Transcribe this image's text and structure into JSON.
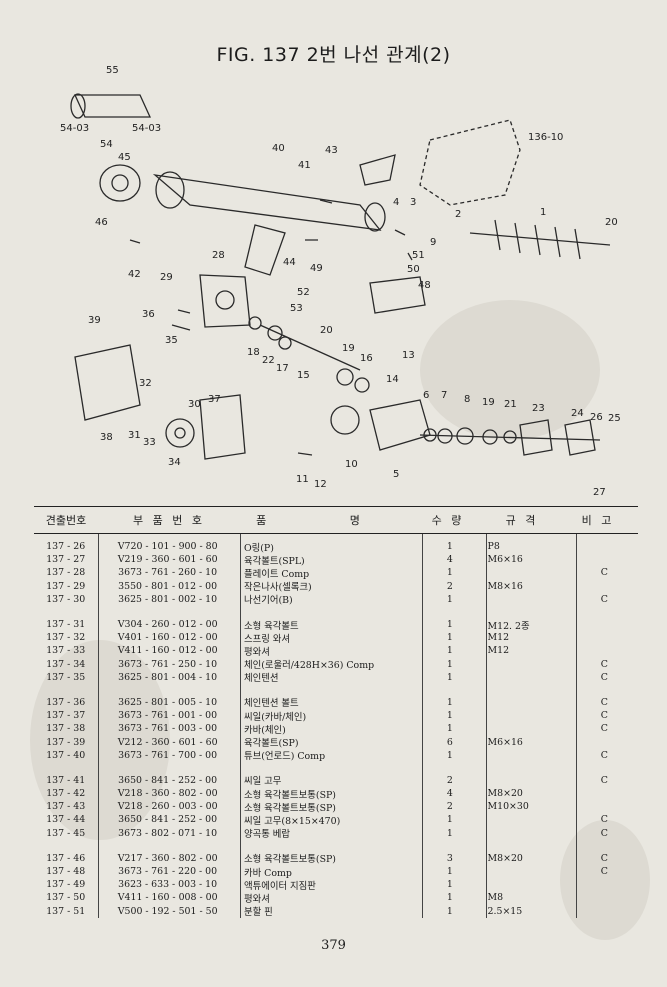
{
  "title": "FIG. 137 2번 나선 관계(2)",
  "callouts": [
    "55",
    "54-03",
    "54-03",
    "54",
    "45",
    "46",
    "42",
    "40",
    "41",
    "43",
    "136-10",
    "4",
    "3",
    "2",
    "1",
    "20",
    "9",
    "51",
    "50",
    "49",
    "44",
    "29",
    "28",
    "52",
    "48",
    "53",
    "36",
    "35",
    "39",
    "20",
    "18",
    "22",
    "17",
    "15",
    "19",
    "16",
    "13",
    "14",
    "6",
    "7",
    "8",
    "19",
    "21",
    "23",
    "24",
    "26",
    "25",
    "27",
    "32",
    "31",
    "33",
    "38",
    "34",
    "30",
    "37",
    "10",
    "11",
    "12",
    "5"
  ],
  "table": {
    "headers": [
      "견출번호",
      "부 품 번 호",
      "품 명",
      "수 량",
      "규 격",
      "비 고"
    ],
    "groups": [
      [
        {
          "no": "137 - 26",
          "part": "V720 - 101 - 900 - 80",
          "name": "O링(P)",
          "qty": "1",
          "spec": "P8",
          "note": ""
        },
        {
          "no": "137 - 27",
          "part": "V219 - 360 - 601 - 60",
          "name": "육각볼트(SPL)",
          "qty": "4",
          "spec": "M6×16",
          "note": ""
        },
        {
          "no": "137 - 28",
          "part": "3673 - 761 - 260 - 10",
          "name": "플레이트 Comp",
          "qty": "1",
          "spec": "",
          "note": "C"
        },
        {
          "no": "137 - 29",
          "part": "3550 - 801 - 012 - 00",
          "name": "작은나사(셀록크)",
          "qty": "2",
          "spec": "M8×16",
          "note": ""
        },
        {
          "no": "137 - 30",
          "part": "3625 - 801 - 002 - 10",
          "name": "나선기어(B)",
          "qty": "1",
          "spec": "",
          "note": "C"
        }
      ],
      [
        {
          "no": "137 - 31",
          "part": "V304 - 260 - 012 - 00",
          "name": "소형 육각볼트",
          "qty": "1",
          "spec": "M12. 2종",
          "note": ""
        },
        {
          "no": "137 - 32",
          "part": "V401 - 160 - 012 - 00",
          "name": "스프링 와셔",
          "qty": "1",
          "spec": "M12",
          "note": ""
        },
        {
          "no": "137 - 33",
          "part": "V411 - 160 - 012 - 00",
          "name": "평와셔",
          "qty": "1",
          "spec": "M12",
          "note": ""
        },
        {
          "no": "137 - 34",
          "part": "3673 - 761 - 250 - 10",
          "name": "체인(로울러/428H×36) Comp",
          "qty": "1",
          "spec": "",
          "note": "C"
        },
        {
          "no": "137 - 35",
          "part": "3625 - 801 - 004 - 10",
          "name": "체인텐션",
          "qty": "1",
          "spec": "",
          "note": "C"
        }
      ],
      [
        {
          "no": "137 - 36",
          "part": "3625 - 801 - 005 - 10",
          "name": "체인텐션 볼트",
          "qty": "1",
          "spec": "",
          "note": "C"
        },
        {
          "no": "137 - 37",
          "part": "3673 - 761 - 001 - 00",
          "name": "씨일(카바/체인)",
          "qty": "1",
          "spec": "",
          "note": "C"
        },
        {
          "no": "137 - 38",
          "part": "3673 - 761 - 003 - 00",
          "name": "카바(체인)",
          "qty": "1",
          "spec": "",
          "note": "C"
        },
        {
          "no": "137 - 39",
          "part": "V212 - 360 - 601 - 60",
          "name": "육각볼트(SP)",
          "qty": "6",
          "spec": "M6×16",
          "note": ""
        },
        {
          "no": "137 - 40",
          "part": "3673 - 761 - 700 - 00",
          "name": "튜브(언로드) Comp",
          "qty": "1",
          "spec": "",
          "note": "C"
        }
      ],
      [
        {
          "no": "137 - 41",
          "part": "3650 - 841 - 252 - 00",
          "name": "씨일 고무",
          "qty": "2",
          "spec": "",
          "note": "C"
        },
        {
          "no": "137 - 42",
          "part": "V218 - 360 - 802 - 00",
          "name": "소형 육각볼트보통(SP)",
          "qty": "4",
          "spec": "M8×20",
          "note": ""
        },
        {
          "no": "137 - 43",
          "part": "V218 - 260 - 003 - 00",
          "name": "소형 육각볼트보통(SP)",
          "qty": "2",
          "spec": "M10×30",
          "note": ""
        },
        {
          "no": "137 - 44",
          "part": "3650 - 841 - 252 - 00",
          "name": "씨일 고무(8×15×470)",
          "qty": "1",
          "spec": "",
          "note": "C"
        },
        {
          "no": "137 - 45",
          "part": "3673 - 802 - 071 - 10",
          "name": "양곡통 베랍",
          "qty": "1",
          "spec": "",
          "note": "C"
        }
      ],
      [
        {
          "no": "137 - 46",
          "part": "V217 - 360 - 802 - 00",
          "name": "소형 육각볼트보통(SP)",
          "qty": "3",
          "spec": "M8×20",
          "note": "C"
        },
        {
          "no": "137 - 48",
          "part": "3673 - 761 - 220 - 00",
          "name": "카바 Comp",
          "qty": "1",
          "spec": "",
          "note": "C"
        },
        {
          "no": "137 - 49",
          "part": "3623 - 633 - 003 - 10",
          "name": "액튜에이터 지짐판",
          "qty": "1",
          "spec": "",
          "note": ""
        },
        {
          "no": "137 - 50",
          "part": "V411 - 160 - 008 - 00",
          "name": "평와셔",
          "qty": "1",
          "spec": "M8",
          "note": ""
        },
        {
          "no": "137 - 51",
          "part": "V500 - 192 - 501 - 50",
          "name": "분할 핀",
          "qty": "1",
          "spec": "2.5×15",
          "note": ""
        }
      ]
    ]
  },
  "page_number": "379"
}
